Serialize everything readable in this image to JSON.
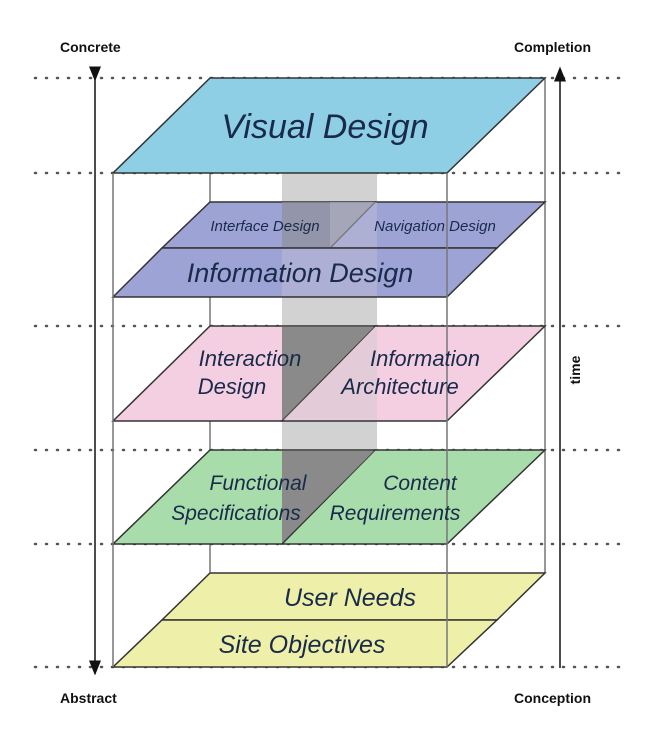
{
  "axes": {
    "left_top": "Concrete",
    "left_bottom": "Abstract",
    "right_top": "Completion",
    "right_bottom": "Conception",
    "right_label": "time"
  },
  "planes": {
    "visual": {
      "label": "Visual Design",
      "color": "#8ecfe6"
    },
    "interface": {
      "label": "Interface Design",
      "color": "#9ea3d6"
    },
    "navigation": {
      "label": "Navigation Design",
      "color": "#9ea3d6"
    },
    "information_design": {
      "label": "Information Design",
      "color": "#9ea3d6"
    },
    "interaction": {
      "label1": "Interaction",
      "label2": "Design",
      "color": "#f3cfe1"
    },
    "information_architecture": {
      "label1": "Information",
      "label2": "Architecture",
      "color": "#f3cfe1"
    },
    "functional": {
      "label1": "Functional",
      "label2": "Specifications",
      "color": "#a9dcab"
    },
    "content": {
      "label1": "Content",
      "label2": "Requirements",
      "color": "#a9dcab"
    },
    "user_needs": {
      "label": "User Needs",
      "color": "#eef0a9"
    },
    "site_objectives": {
      "label": "Site Objectives",
      "color": "#eef0a9"
    }
  }
}
